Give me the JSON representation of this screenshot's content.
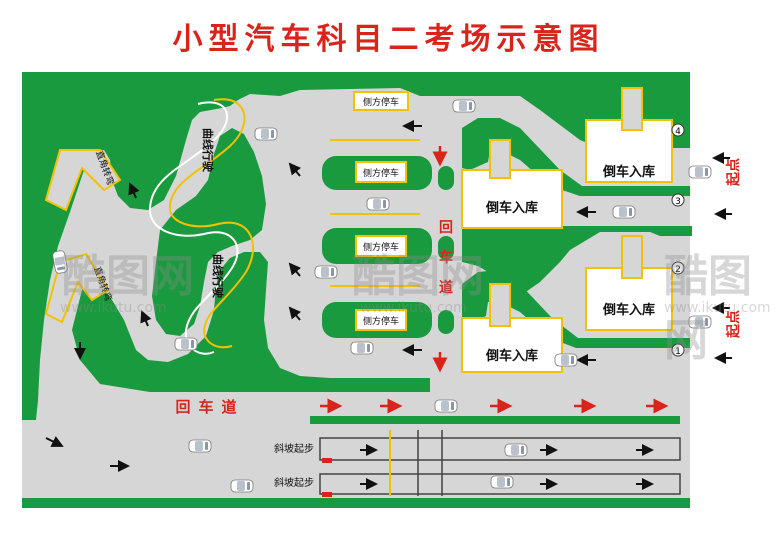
{
  "title": "小型汽车科目二考场示意图",
  "labels": {
    "side_parking": "侧方停车",
    "curve_driving": "曲线行驶",
    "right_angle_turn": "直角转弯",
    "reverse_parking": "倒车入库",
    "return_road": "回车道",
    "return_road_vertical": [
      "回",
      "车",
      "道"
    ],
    "start_point": "起点",
    "hill_start": "斜坡起步"
  },
  "station_numbers": [
    "1",
    "2",
    "3",
    "4"
  ],
  "watermark": {
    "logo_text": "酷图网",
    "url": "www.ikutu.com"
  },
  "colors": {
    "grass": "#1a9a3e",
    "road": "#d6d6d6",
    "yellow": "#f2c200",
    "arrow_red": "#d9241c",
    "title_red": "#d9241c",
    "white": "#ffffff"
  }
}
